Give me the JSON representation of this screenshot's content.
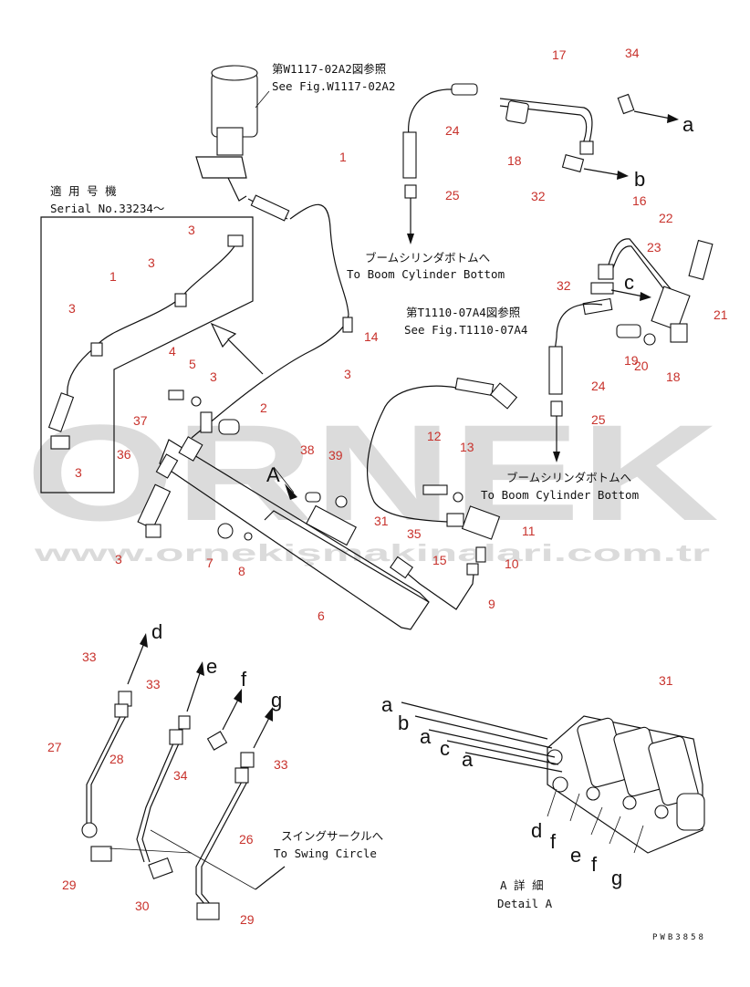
{
  "watermark": {
    "brand": "ORNEK",
    "url": "www.ornekişmakinalari.com.tr"
  },
  "texts": {
    "ref1_jp": "第W1117-02A2図参照",
    "ref1_en": "See Fig.W1117-02A2",
    "applic_jp": "適 用 号 機",
    "applic_en": "Serial No.33234～",
    "boom1_jp": "ブームシリンダボトムへ",
    "boom1_en": "To Boom Cylinder Bottom",
    "ref2_jp": "第T1110-07A4図参照",
    "ref2_en": "See Fig.T1110-07A4",
    "boom2_jp": "ブームシリンダボトムへ",
    "boom2_en": "To Boom Cylinder Bottom",
    "swing_jp": "スイングサークルへ",
    "swing_en": "To Swing Circle",
    "detail_jp": "A 詳 細",
    "detail_en": "Detail A",
    "drawing_code": "PWB3858",
    "view_mark": "A"
  },
  "numbers": {
    "n1a": "1",
    "n1b": "1",
    "n2": "2",
    "n3a": "3",
    "n3b": "3",
    "n3c": "3",
    "n3d": "3",
    "n3e": "3",
    "n3f": "3",
    "n3g": "3",
    "n4": "4",
    "n5": "5",
    "n6": "6",
    "n7": "7",
    "n8": "8",
    "n9": "9",
    "n10": "10",
    "n11": "11",
    "n12": "12",
    "n13": "13",
    "n14": "14",
    "n15": "15",
    "n16": "16",
    "n17": "17",
    "n18a": "18",
    "n18b": "18",
    "n19": "19",
    "n20": "20",
    "n21": "21",
    "n22": "22",
    "n23": "23",
    "n24a": "24",
    "n24b": "24",
    "n25a": "25",
    "n25b": "25",
    "n26": "26",
    "n27": "27",
    "n28": "28",
    "n29a": "29",
    "n29b": "29",
    "n30": "30",
    "n31a": "31",
    "n31b": "31",
    "n32a": "32",
    "n32b": "32",
    "n33a": "33",
    "n33b": "33",
    "n33c": "33",
    "n34a": "34",
    "n34b": "34",
    "n35": "35",
    "n36": "36",
    "n37": "37",
    "n38": "38",
    "n39": "39"
  },
  "letters": {
    "a1": "a",
    "b1": "b",
    "c1": "c",
    "d1": "d",
    "e1": "e",
    "f1": "f",
    "g1": "g",
    "da1": "a",
    "db1": "b",
    "da2": "a",
    "dc1": "c",
    "da3": "a",
    "dd": "d",
    "df1": "f",
    "de": "e",
    "df2": "f",
    "dg": "g"
  },
  "colors": {
    "callout": "#c8322c",
    "line": "#111111",
    "watermark": "#9a9a9a"
  }
}
